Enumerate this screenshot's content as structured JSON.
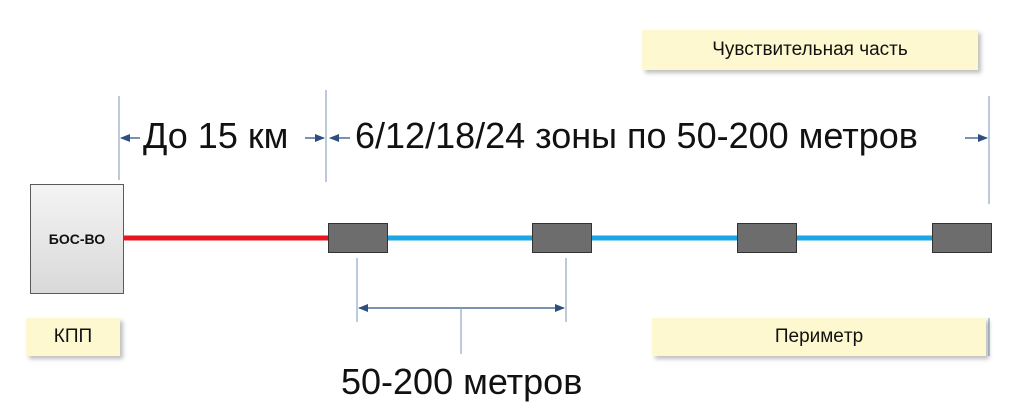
{
  "labels": {
    "sensitive_part": "Чувствительная часть",
    "checkpoint": "КПП",
    "perimeter": "Перимeтр"
  },
  "unit": {
    "name": "БОС-ВО"
  },
  "dimensions": {
    "distance": "До 15 км",
    "zones": "6/12/18/24 зоны по 50-200 метров",
    "spacing": "50-200 метров"
  },
  "colors": {
    "feed_cable": "#e8141e",
    "sensing_cable": "#1aa5e6",
    "sensor": "#6d6d6d",
    "label_bg": "#fdf8cf",
    "dim_line": "#2d4f7f"
  }
}
